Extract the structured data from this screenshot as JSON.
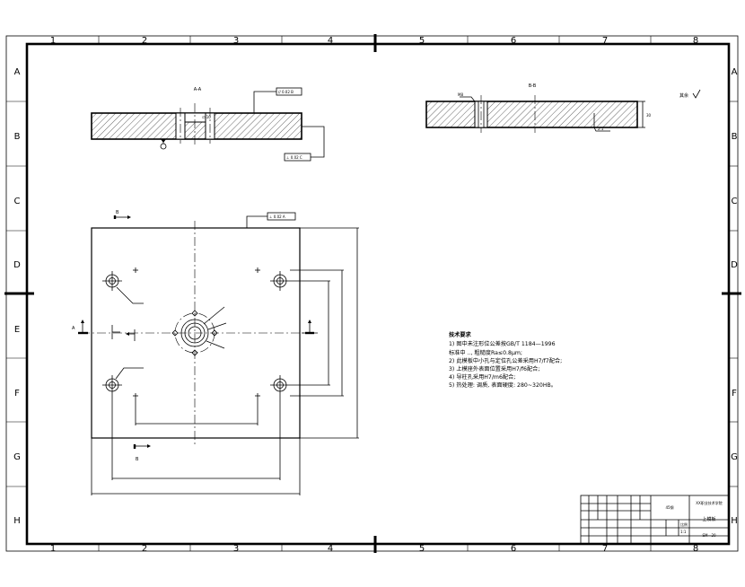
{
  "zones": {
    "columns": [
      "1",
      "2",
      "3",
      "4",
      "5",
      "6",
      "7",
      "8"
    ],
    "rows": [
      "A",
      "B",
      "C",
      "D",
      "E",
      "F",
      "G",
      "H"
    ]
  },
  "views": {
    "section_a": "A-A",
    "section_b": "B-B",
    "roughness": "其余",
    "marker_b": "B",
    "marker_a": "A",
    "marker_b2": "B"
  },
  "tolerances": {
    "top_frame": "// 0.02 B",
    "bottom_frame": "⊥ 0.02 C",
    "plan_frame": "⊥ 0.02 A"
  },
  "technical_requirements": {
    "title": "技术要求",
    "lines": [
      "1) 图中未注形位公差按GB/T 1184—1996",
      "标准中 ..,  粗糙度Ra≤0.8μm;",
      "2) 此模板中小孔与定位孔公差采用H7/f7配合;",
      "3) 上模座外表面位置采用H7/f6配合;",
      "4) 导柱孔采用H7/m6配合;",
      "5) 热处理: 调质, 表面硬度: 280~320HB。"
    ]
  },
  "title_block": {
    "part_name": "上模板",
    "material": "45钢",
    "company": "XX职业技术学院",
    "drawing_no": "SM—20",
    "scale_label": "比例",
    "scale": "1:1"
  }
}
